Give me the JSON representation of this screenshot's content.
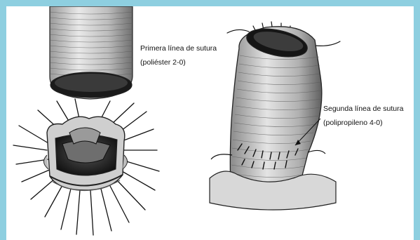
{
  "labels": {
    "first_suture": {
      "line1": "Primera línea de sutura",
      "line2": "(poliéster 2-0)"
    },
    "second_suture": {
      "line1": "Segunda línea de sutura",
      "line2": "(polipropileno 4-0)"
    }
  },
  "colors": {
    "frame": "#8ecfe0",
    "panel": "#ffffff",
    "ink": "#111111"
  }
}
